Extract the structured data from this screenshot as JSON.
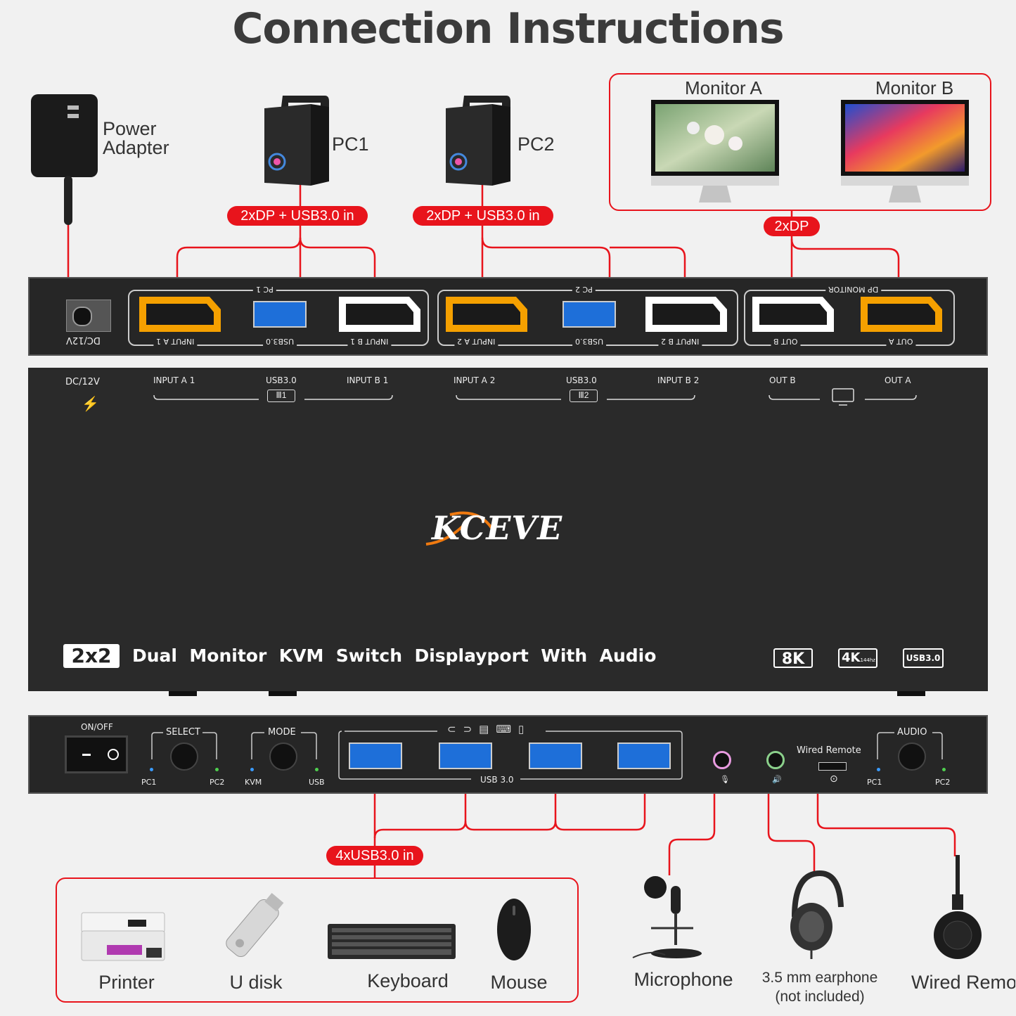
{
  "title": "Connection Instructions",
  "top_labels": {
    "power_adapter_line1": "Power",
    "power_adapter_line2": "Adapter",
    "pc1": "PC1",
    "pc2": "PC2",
    "monitor_a": "Monitor A",
    "monitor_b": "Monitor B"
  },
  "pills": {
    "pc1_in": "2xDP + USB3.0 in",
    "pc2_in": "2xDP + USB3.0 in",
    "monitor_out": "2xDP",
    "usb_in": "4xUSB3.0 in"
  },
  "back_panel": {
    "dc": "DC/12V",
    "group1": "PC 1",
    "group2": "PC 2",
    "group3": "DP MONITOR",
    "input_a1": "INPUT A 1",
    "usb1": "USB3.0",
    "input_b1": "INPUT B 1",
    "input_a2": "INPUT A 2",
    "usb2": "USB3.0",
    "input_b2": "INPUT B 2",
    "out_b": "OUT B",
    "out_a": "OUT A"
  },
  "top_face": {
    "dc": "DC/12V",
    "input_a1": "INPUT A 1",
    "usb1": "USB3.0",
    "usb1_num": "1",
    "input_b1": "INPUT B 1",
    "input_a2": "INPUT A 2",
    "usb2": "USB3.0",
    "usb2_num": "2",
    "input_b2": "INPUT B 2",
    "out_b": "OUT B",
    "out_a": "OUT A",
    "brand": "KCEVE",
    "badge_2x2": "2x2",
    "product_words": [
      "Dual",
      "Monitor",
      "KVM",
      "Switch",
      "Displayport",
      "With",
      "Audio"
    ],
    "badge_8k": "8K",
    "badge_4k": "4K",
    "badge_4k_sub": "144hz",
    "badge_usb": "USB3.0"
  },
  "front_panel": {
    "onoff": "ON/OFF",
    "select": "SELECT",
    "mode": "MODE",
    "pc1": "PC1",
    "pc2": "PC2",
    "kvm": "KVM",
    "usb": "USB",
    "usb30": "USB 3.0",
    "wired_remote": "Wired Remote",
    "audio": "AUDIO",
    "audio_pc1": "PC1",
    "audio_pc2": "PC2"
  },
  "devices": {
    "printer": "Printer",
    "udisk": "U disk",
    "keyboard": "Keyboard",
    "mouse": "Mouse",
    "microphone": "Microphone",
    "earphone_line1": "3.5 mm earphone",
    "earphone_line2": "(not included)",
    "wired_remote": "Wired Remote"
  },
  "colors": {
    "accent_red": "#e8141c",
    "dp_orange": "#f5a000",
    "usb_blue": "#1e6fd9",
    "panel_dark": "#262626"
  }
}
